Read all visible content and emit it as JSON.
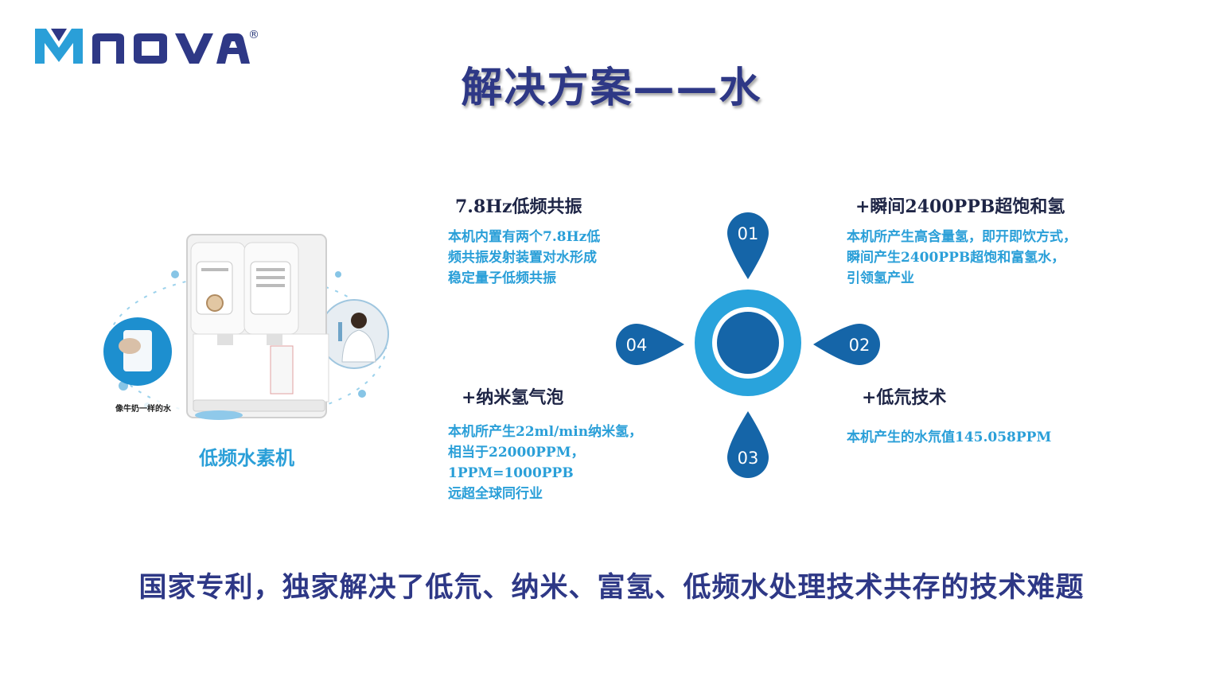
{
  "logo": {
    "text": "MNOVA",
    "registered": "®"
  },
  "title": "解决方案——水",
  "product": {
    "label": "低频水素机",
    "badge_text": "像牛奶一样的水"
  },
  "features": [
    {
      "num": "01",
      "title": "7.8Hz低频共振",
      "desc": [
        "本机内置有两个7.8Hz低",
        "频共振发射装置对水形成",
        "稳定量子低频共振"
      ]
    },
    {
      "num": "02",
      "title": "+瞬间2400PPB超饱和氢",
      "desc": [
        "本机所产生高含量氢，即开即饮方式，",
        "瞬间产生2400PPB超饱和富氢水，",
        "引领氢产业"
      ]
    },
    {
      "num": "03",
      "title": "+低氘技术",
      "desc": [
        "本机产生的水氘值145.058PPM"
      ]
    },
    {
      "num": "04",
      "title": "+纳米氢气泡",
      "desc": [
        "本机所产生22ml/min纳米氢，",
        "相当于22000PPM，",
        "1PPM=1000PPB",
        "远超全球同行业"
      ]
    }
  ],
  "bottom_text": "国家专利，独家解决了低氘、纳米、富氢、低频水处理技术共存的技术难题",
  "colors": {
    "navy": "#2e3886",
    "accent": "#2a9fd8",
    "dark_blue": "#1565a8",
    "ring": "#29a3dc"
  }
}
